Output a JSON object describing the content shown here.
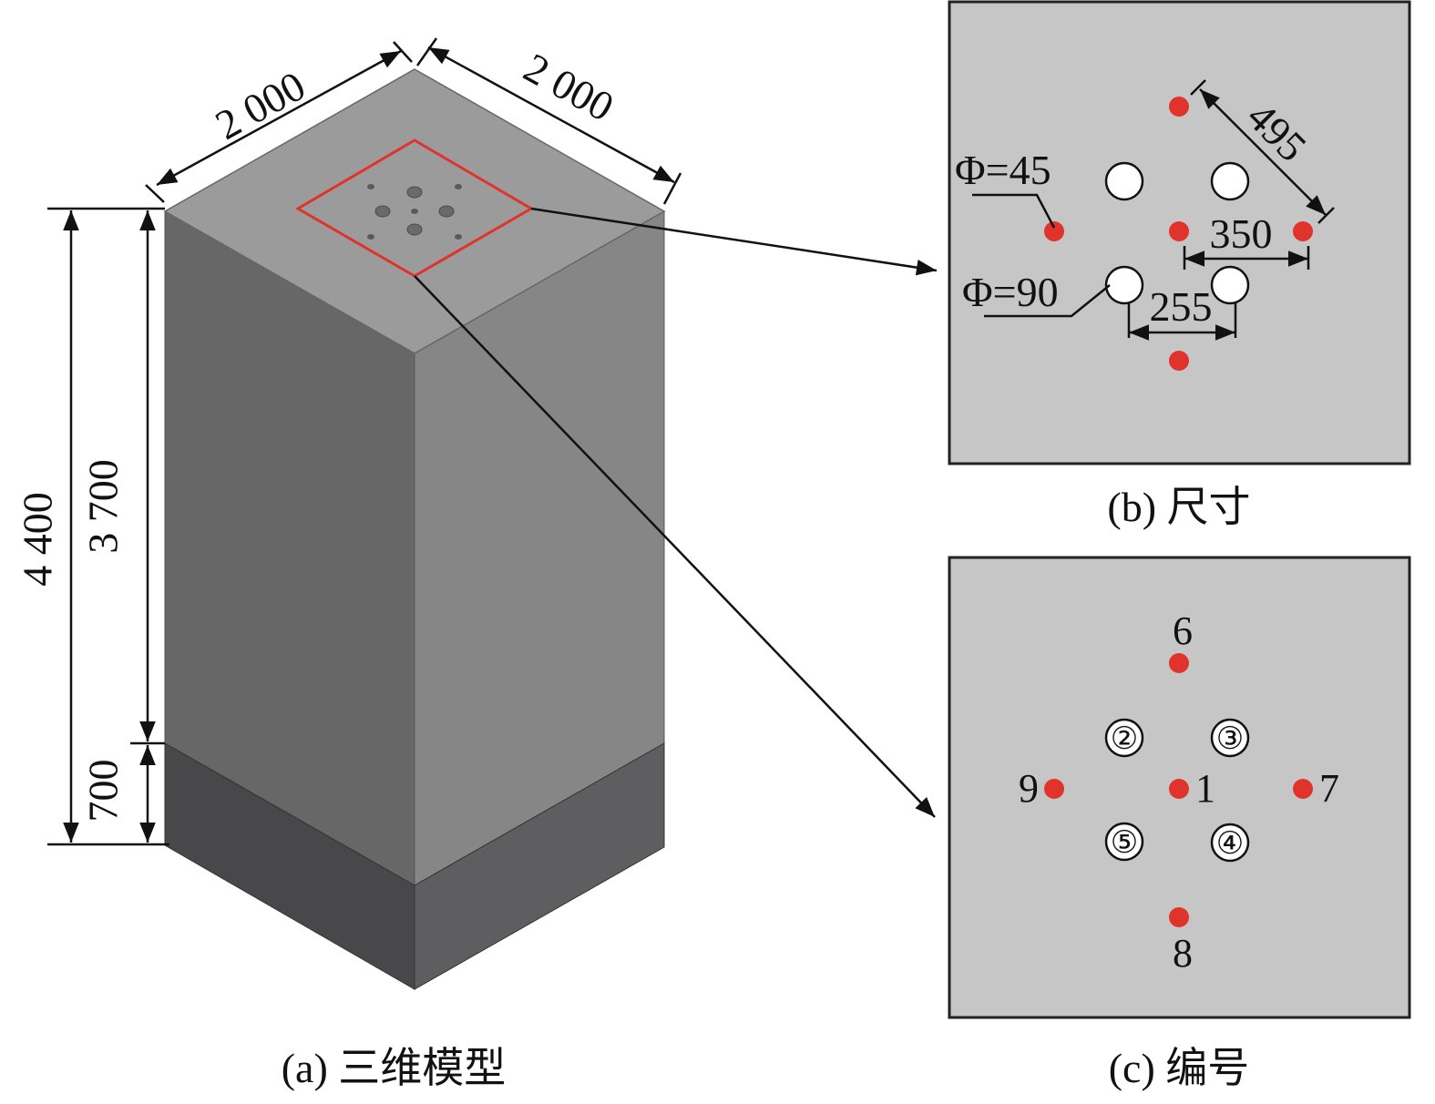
{
  "figure": {
    "panel_a": {
      "caption": "(a) 三维模型",
      "dimensions": {
        "top_left_width": "2 000",
        "top_right_width": "2 000",
        "total_height": "4 400",
        "upper_height": "3 700",
        "base_height": "700"
      }
    },
    "panel_b": {
      "caption": "(b) 尺寸",
      "labels": {
        "small_hole_diameter": "Φ=45",
        "large_hole_diameter": "Φ=90",
        "diagonal_spacing": "495",
        "red_spacing": "350",
        "large_hole_spacing": "255"
      }
    },
    "panel_c": {
      "caption": "(c) 编号",
      "large_holes": [
        "②",
        "③",
        "④",
        "⑤"
      ],
      "small_holes": [
        "1",
        "6",
        "7",
        "8",
        "9"
      ]
    },
    "colors": {
      "highlight_red": "#e0332b",
      "panel_bg": "#c6c6c6",
      "top_face": "#9c9b9c",
      "left_face": "#686768",
      "right_face": "#878687",
      "base_left": "#48474a",
      "base_right": "#5e5d5f"
    }
  }
}
